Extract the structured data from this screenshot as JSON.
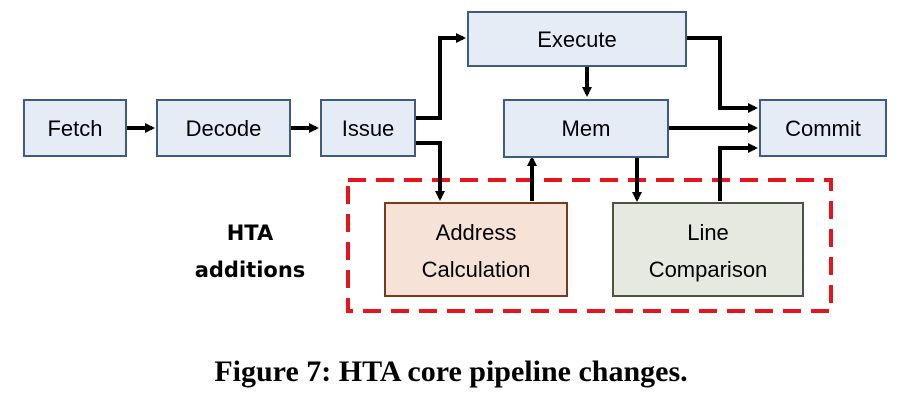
{
  "diagram": {
    "nodes": {
      "fetch": "Fetch",
      "decode": "Decode",
      "issue": "Issue",
      "execute": "Execute",
      "mem": "Mem",
      "commit": "Commit",
      "address": [
        "Address",
        "Calculation"
      ],
      "line": [
        "Line",
        "Comparison"
      ]
    },
    "hta_label": [
      "HTA",
      "additions"
    ],
    "colors": {
      "stage_fill": "#e6ecf5",
      "stage_border": "#3e5c82",
      "address_fill": "#f6e2d6",
      "address_border": "#7a3b1a",
      "line_fill": "#e6e9df",
      "line_border": "#4a5540",
      "dashed_border": "#e8141b",
      "arrow": "#000000"
    }
  },
  "caption": "Figure 7: HTA core pipeline changes."
}
